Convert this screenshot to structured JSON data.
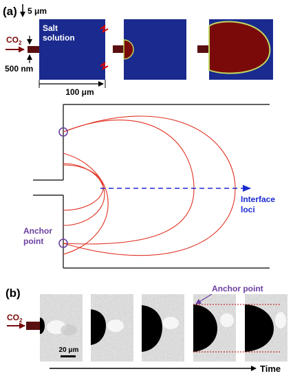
{
  "panel_a": {
    "label": "(a)",
    "top_dim": "5 μm",
    "salt_label_line1": "Salt",
    "salt_label_line2": "solution",
    "co2_main": "CO",
    "co2_sub": "2",
    "pore_width": "500 nm",
    "width_dim": "100 μm"
  },
  "diagram": {
    "interface_line1": "Interface",
    "interface_line2": "loci",
    "anchor_line1": "Anchor",
    "anchor_line2": "point"
  },
  "panel_b": {
    "label": "(b)",
    "co2_main": "CO",
    "co2_sub": "2",
    "anchor_label": "Anchor point",
    "scale_label": "20 μm",
    "time_label": "Time"
  },
  "colors": {
    "salt_blue": "#1a2a8e",
    "co2_dark_red": "#7a0a0a",
    "pore_brown": "#5a1010",
    "interface_red": "#e03020",
    "anchor_purple": "#6a3ea0",
    "arrow_blue": "#1a2ad0",
    "accent_red": "#c00000"
  }
}
